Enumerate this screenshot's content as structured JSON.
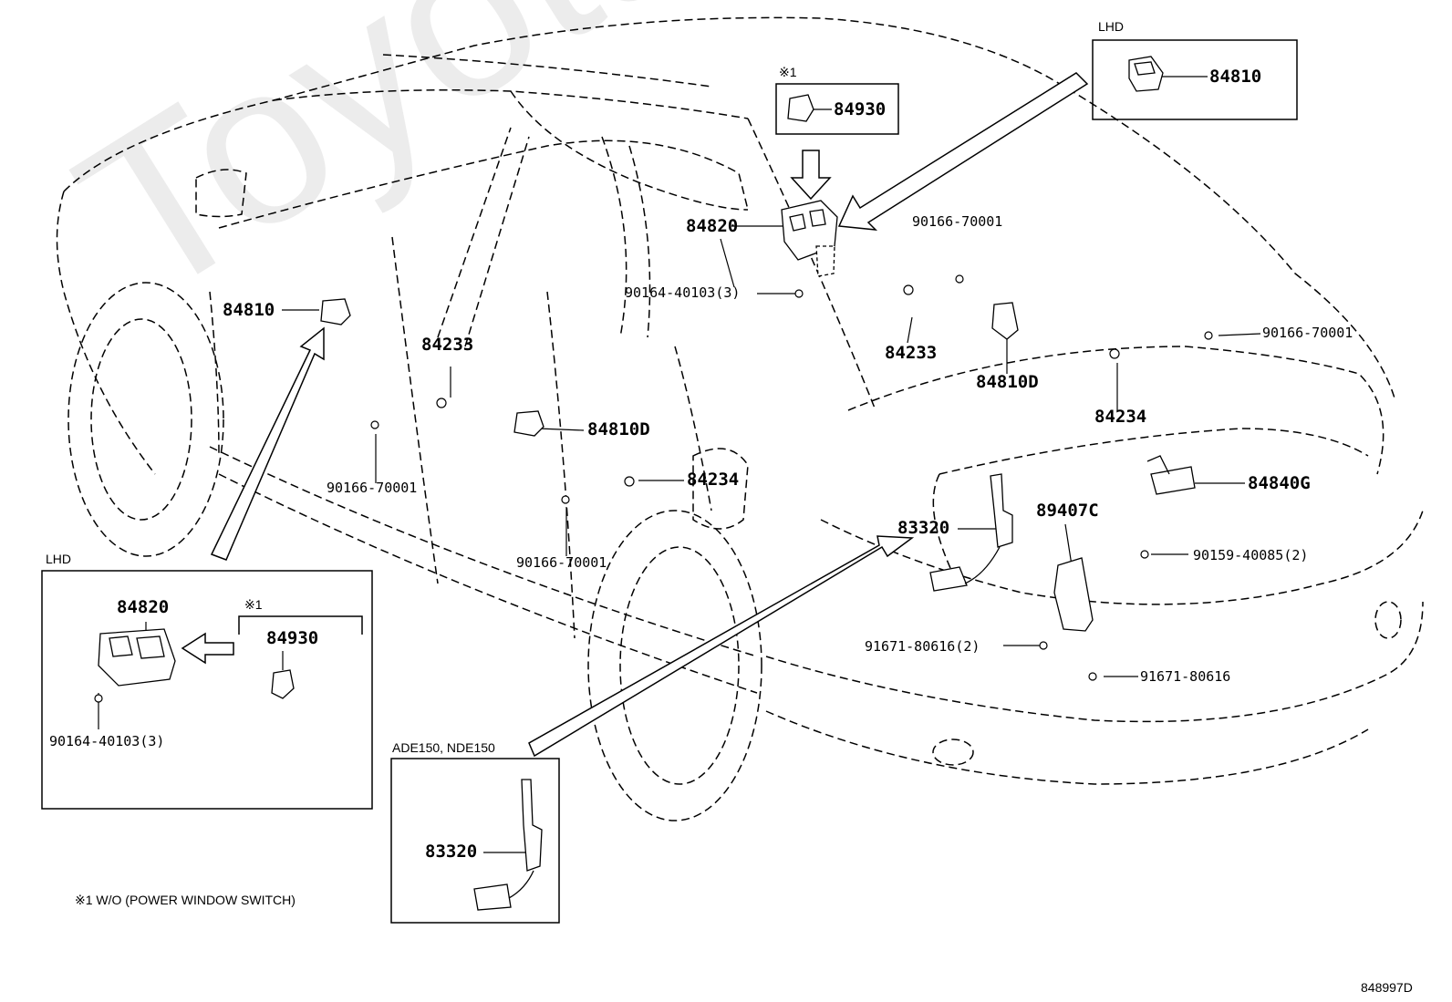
{
  "watermark": "ToyotaPartMine.ru",
  "figure_code": "848997D",
  "note": "※1 W/O (POWER WINDOW SWITCH)",
  "insets": {
    "lhd_top": {
      "title": "LHD",
      "part": "84810"
    },
    "note1_top": {
      "title": "※1",
      "part": "84930"
    },
    "lhd_left": {
      "title": "LHD",
      "part_switch": "84820",
      "note_mark": "※1",
      "part_alt": "84930",
      "screw": "90164-40103(3)"
    },
    "ade": {
      "title": "ADE150, NDE150",
      "part": "83320"
    }
  },
  "labels": {
    "p84820_main": "84820",
    "p90164_main": "90164-40103(3)",
    "p90166_a": "90166-70001",
    "p84233_right": "84233",
    "p84810d_right": "84810D",
    "p90166_b": "90166-70001",
    "p84234_right": "84234",
    "p84810_left": "84810",
    "p84233_left": "84233",
    "p90166_c": "90166-70001",
    "p84810d_left": "84810D",
    "p84234_left": "84234",
    "p90166_d": "90166-70001",
    "p83320_main": "83320",
    "p89407c": "89407C",
    "p84840g": "84840G",
    "p90159": "90159-40085(2)",
    "p91671_a": "91671-80616(2)",
    "p91671_b": "91671-80616"
  }
}
